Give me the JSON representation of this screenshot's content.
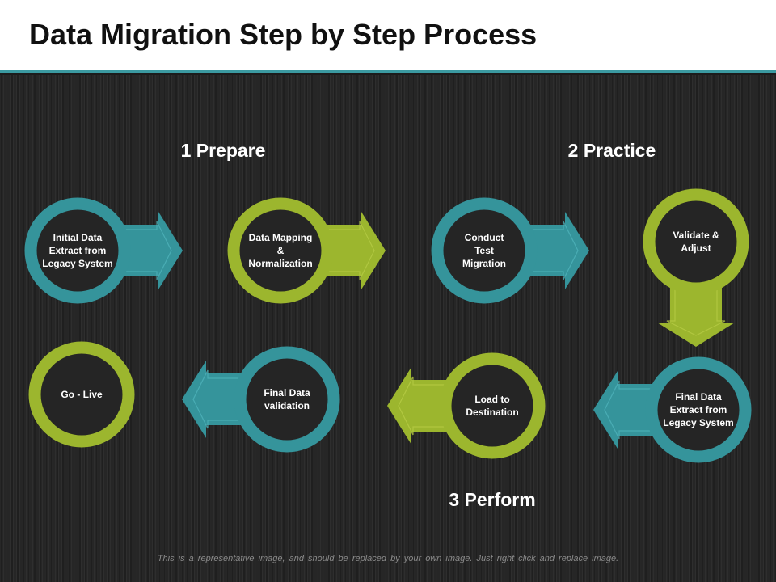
{
  "title": "Data Migration Step by Step Process",
  "colors": {
    "teal": "#35949b",
    "teal_light": "#4fb3ba",
    "green": "#9cb62e",
    "green_light": "#b6cc45",
    "circle_fill": "#252525",
    "background": "#262626"
  },
  "phases": {
    "prepare": "1 Prepare",
    "practice": "2 Practice",
    "perform": "3 Perform"
  },
  "steps": [
    {
      "label": "Initial Data\nExtract from\nLegacy System",
      "color": "teal"
    },
    {
      "label": "Data Mapping\n&\nNormalization",
      "color": "green"
    },
    {
      "label": "Conduct\nTest\nMigration",
      "color": "teal"
    },
    {
      "label": "Validate &\nAdjust",
      "color": "green"
    },
    {
      "label": "Final Data\nExtract from\nLegacy System",
      "color": "teal"
    },
    {
      "label": "Load to\nDestination",
      "color": "green"
    },
    {
      "label": "Final Data\nvalidation",
      "color": "teal"
    },
    {
      "label": "Go - Live",
      "color": "green"
    }
  ],
  "footer_note": "This is a representative image, and should be replaced by your own image. Just right click and replace image."
}
